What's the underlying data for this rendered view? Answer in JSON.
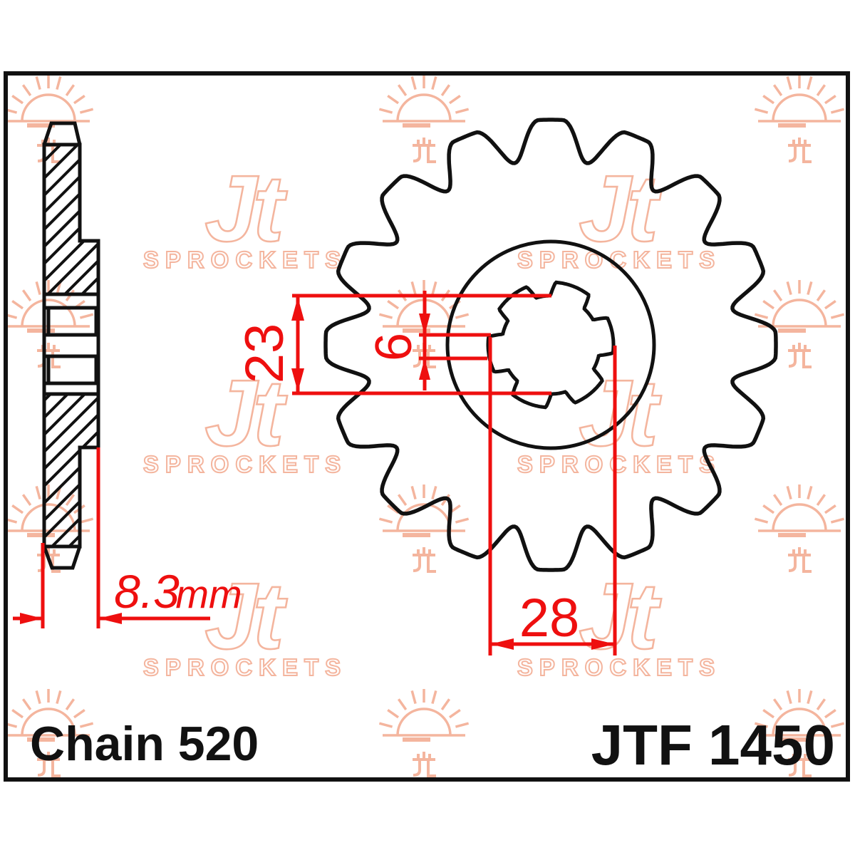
{
  "drawing": {
    "title_part_number": "JTF 1450",
    "chain_label": "Chain 520",
    "dimensions": {
      "spline_inner_diameter": "23",
      "spline_land_width": "6",
      "spline_outer_diameter": "28",
      "offset_value": "8.3",
      "offset_unit": "mm"
    },
    "front_view_teeth_count": 16,
    "spline_count": 6,
    "colors": {
      "dimension_red": "#ee0f0f",
      "line_black": "#111111",
      "watermark_peach": "#f4b59e",
      "background": "#ffffff"
    }
  },
  "watermark": {
    "logo_text": "Jt",
    "logo_subtext": "SPROCKETS"
  }
}
